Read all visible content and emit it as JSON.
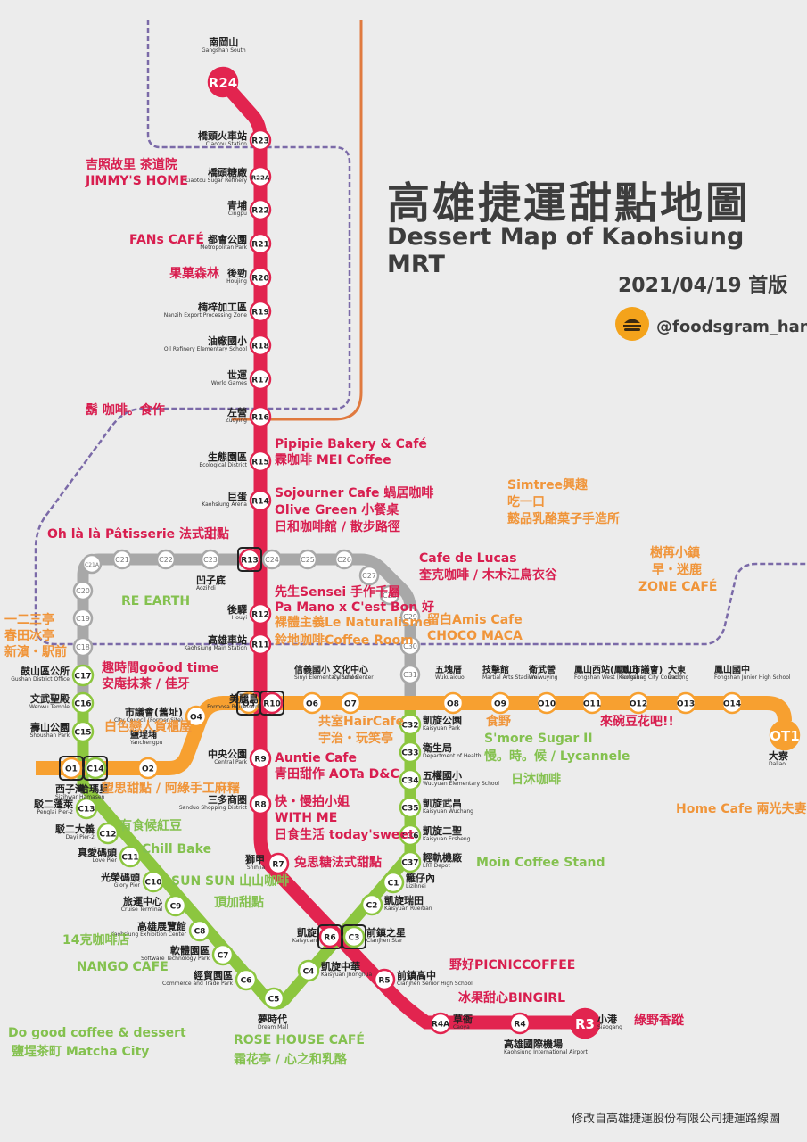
{
  "title_zh": "高雄捷運甜點地圖",
  "title_en": "Dessert Map of Kaohsiung MRT",
  "edition": "2021/04/19 首版",
  "handle": "@foodsgram_hans",
  "footer": "修改自高雄捷運股份有限公司捷運路線圖",
  "colors": {
    "red_line": "#e2244f",
    "orange_line": "#f7a030",
    "green_line": "#8cc63f",
    "circular_line": "#a8a8a8",
    "rail": "#7b6aa8",
    "hsr": "#e07a3f",
    "background": "#ececec"
  },
  "stations": [
    {
      "code": "R24",
      "zh": "南岡山",
      "en": "Gangshan South"
    },
    {
      "code": "R23",
      "zh": "橋頭火車站",
      "en": "Ciaotou Station"
    },
    {
      "code": "R22A",
      "zh": "橋頭糖廠",
      "en": "Ciaotou Sugar Refinery"
    },
    {
      "code": "R22",
      "zh": "青埔",
      "en": "Cingpu"
    },
    {
      "code": "R21",
      "zh": "都會公園",
      "en": "Metropolitan Park"
    },
    {
      "code": "R20",
      "zh": "後勁",
      "en": "Houjing"
    },
    {
      "code": "R19",
      "zh": "楠梓加工區",
      "en": "Nanzih Export Processing Zone"
    },
    {
      "code": "R18",
      "zh": "油廠國小",
      "en": "Oil Refinery Elementary School"
    },
    {
      "code": "R17",
      "zh": "世運",
      "en": "World Games"
    },
    {
      "code": "R16",
      "zh": "左營",
      "en": "Zuoying"
    },
    {
      "code": "R15",
      "zh": "生態園區",
      "en": "Ecological District"
    },
    {
      "code": "R14",
      "zh": "巨蛋",
      "en": "Kaohsiung Arena"
    },
    {
      "code": "R13",
      "zh": "凹子底",
      "en": "Aozihdi"
    },
    {
      "code": "R12",
      "zh": "後驛",
      "en": "Houyi"
    },
    {
      "code": "R11",
      "zh": "高雄車站",
      "en": "Kaohsiung Main Station"
    },
    {
      "code": "R10",
      "zh": "美麗島",
      "en": "Formosa Boulevard"
    },
    {
      "code": "R9",
      "zh": "中央公園",
      "en": "Central Park"
    },
    {
      "code": "R8",
      "zh": "三多商圈",
      "en": "Sanduo Shopping District"
    },
    {
      "code": "R7",
      "zh": "獅甲",
      "en": "Shihjia"
    },
    {
      "code": "R6",
      "zh": "凱旋",
      "en": "Kaisyuan"
    },
    {
      "code": "R5",
      "zh": "前鎮高中",
      "en": "Cianjhen Senior High School"
    },
    {
      "code": "R4A",
      "zh": "草衙",
      "en": "Caoya"
    },
    {
      "code": "R4",
      "zh": "高雄國際機場",
      "en": "Kaohsiung International Airport"
    },
    {
      "code": "R3",
      "zh": "小港",
      "en": "Siaogang"
    },
    {
      "code": "O1",
      "zh": "西子灣",
      "en": "Sizihwan"
    },
    {
      "code": "O2",
      "zh": "鹽埕埔",
      "en": "Yanchengpu"
    },
    {
      "code": "O4",
      "zh": "市議會(舊址)",
      "en": "City Council (Former Site)"
    },
    {
      "code": "O6",
      "zh": "信義國小",
      "en": "Sinyi Elementary School"
    },
    {
      "code": "O7",
      "zh": "文化中心",
      "en": "Cultural Center"
    },
    {
      "code": "O8",
      "zh": "五塊厝",
      "en": "Wukuaicuo"
    },
    {
      "code": "O9",
      "zh": "技擊館",
      "en": "Martial Arts Stadium"
    },
    {
      "code": "O10",
      "zh": "衛武營",
      "en": "Weiwuying"
    },
    {
      "code": "O11",
      "zh": "鳳山西站(鳳山市議會)",
      "en": "Fongshan West (Kaohsiung City Council)"
    },
    {
      "code": "O12",
      "zh": "鳳山",
      "en": "Fongshan"
    },
    {
      "code": "O13",
      "zh": "大東",
      "en": "Dadong"
    },
    {
      "code": "O14",
      "zh": "鳳山國中",
      "en": "Fongshan Junior High School"
    },
    {
      "code": "OT1",
      "zh": "大寮",
      "en": "Daliao"
    },
    {
      "code": "C14",
      "zh": "哈瑪星",
      "en": "Hamasen"
    },
    {
      "code": "C13",
      "zh": "駁二蓬萊",
      "en": "Penglai Pier-2"
    },
    {
      "code": "C12",
      "zh": "駁二大義",
      "en": "Dayi Pier-2"
    },
    {
      "code": "C11",
      "zh": "真愛碼頭",
      "en": "Love Pier"
    },
    {
      "code": "C10",
      "zh": "光榮碼頭",
      "en": "Glory Pier"
    },
    {
      "code": "C9",
      "zh": "旅運中心",
      "en": "Cruise Terminal"
    },
    {
      "code": "C8",
      "zh": "高雄展覽館",
      "en": "Kaohsiung Exhibition Center"
    },
    {
      "code": "C7",
      "zh": "軟體園區",
      "en": "Software Technology Park"
    },
    {
      "code": "C6",
      "zh": "經貿園區",
      "en": "Commerce and Trade Park"
    },
    {
      "code": "C5",
      "zh": "夢時代",
      "en": "Dream Mall"
    },
    {
      "code": "C4",
      "zh": "凱旋中華",
      "en": "Kaisyuan Jhonghua"
    },
    {
      "code": "C3",
      "zh": "前鎮之星",
      "en": "Cianjhen Star"
    },
    {
      "code": "C2",
      "zh": "凱旋瑞田",
      "en": "Kaisyuan Rueitian"
    },
    {
      "code": "C1",
      "zh": "籬仔內",
      "en": "Lizihnei"
    },
    {
      "code": "C37",
      "zh": "輕軌機廠",
      "en": "LRT Depot"
    },
    {
      "code": "C36",
      "zh": "凱旋二聖",
      "en": "Kaisyuan Ersheng"
    },
    {
      "code": "C35",
      "zh": "凱旋武昌",
      "en": "Kaisyuan Wuchang"
    },
    {
      "code": "C34",
      "zh": "五權國小",
      "en": "Wucyuan Elementary School"
    },
    {
      "code": "C33",
      "zh": "衛生局",
      "en": "Department of Health"
    },
    {
      "code": "C32",
      "zh": "凱旋公園",
      "en": "Kaisyuan Park"
    },
    {
      "code": "C17",
      "zh": "鼓山區公所",
      "en": "Gushan District Office"
    },
    {
      "code": "C16",
      "zh": "文武聖殿",
      "en": "Wenwu Temple"
    },
    {
      "code": "C15",
      "zh": "壽山公園",
      "en": "Shoushan Park"
    }
  ],
  "circle_codes": [
    "C18",
    "C19",
    "C20",
    "C21A",
    "C21",
    "C22",
    "C23",
    "C24",
    "C25",
    "C26",
    "C27",
    "C28",
    "C29",
    "C30",
    "C31"
  ],
  "shops": [
    {
      "t": "吉照故里 茶道院"
    },
    {
      "t": "JIMMY'S HOME"
    },
    {
      "t": "FANs CAFÉ"
    },
    {
      "t": "果菓森林"
    },
    {
      "t": "鬍 咖啡。食作"
    },
    {
      "t": "Pipipie Bakery & Café"
    },
    {
      "t": "霖咖啡 MEI Coffee"
    },
    {
      "t": "Sojourner Cafe 蝸居咖啡"
    },
    {
      "t": "Olive Green 小餐桌"
    },
    {
      "t": "日和咖啡館 / 散步路徑"
    },
    {
      "t": "Oh là là Pâtisserie 法式甜點"
    },
    {
      "t": "Cafe de Lucas"
    },
    {
      "t": "奎克咖啡 / 木木江鳥衣谷"
    },
    {
      "t": "先生Sensei 手作千層"
    },
    {
      "t": "Pa Mano x C'est Bon 好"
    },
    {
      "t": "裸體主義Le Naturalisme"
    },
    {
      "t": "鈴地咖啡Coffee Room"
    },
    {
      "t": "RE EARTH"
    },
    {
      "t": "一二三亭"
    },
    {
      "t": "春田冰亭"
    },
    {
      "t": "新濱・駅前"
    },
    {
      "t": "趣時間goöod time"
    },
    {
      "t": "安庵抹茶 / 佳牙"
    },
    {
      "t": "白色戀人貨櫃屋"
    },
    {
      "t": "望思甜點 / 阿綠手工麻糬"
    },
    {
      "t": "有食候紅豆"
    },
    {
      "t": "Chill Bake"
    },
    {
      "t": "SUN SUN 山山咖啡"
    },
    {
      "t": "頂加甜點"
    },
    {
      "t": "14克咖啡店"
    },
    {
      "t": "NANGO CAFE"
    },
    {
      "t": "Do good coffee & dessert"
    },
    {
      "t": "鹽埕茶町 Matcha City"
    },
    {
      "t": "ROSE HOUSE CAFÉ"
    },
    {
      "t": "霜花亭 / 心之和乳酪"
    },
    {
      "t": "Auntie Cafe"
    },
    {
      "t": "青田甜作 AOTa D&C"
    },
    {
      "t": "快・慢拍小姐"
    },
    {
      "t": "WITH ME"
    },
    {
      "t": "日食生活 today'sweet"
    },
    {
      "t": "兔思糖法式甜點"
    },
    {
      "t": "野好PICNICCOFFEE"
    },
    {
      "t": "冰果甜心BINGIRL"
    },
    {
      "t": "綠野香蹤"
    },
    {
      "t": "共室HairCafe"
    },
    {
      "t": "宇治・玩笑亭"
    },
    {
      "t": "留白Amis Cafe"
    },
    {
      "t": "CHOCO MACA"
    },
    {
      "t": "Simtree興趣"
    },
    {
      "t": "吃一口"
    },
    {
      "t": "懿品乳酪菓子手造所"
    },
    {
      "t": "樹苒小鎮"
    },
    {
      "t": "早・迷鹿"
    },
    {
      "t": "ZONE CAFÉ"
    },
    {
      "t": "食野"
    },
    {
      "t": "S'more Sugar II"
    },
    {
      "t": "慢。時。候 / Lycannele"
    },
    {
      "t": "日沐咖啡"
    },
    {
      "t": "來碗豆花吧!!"
    },
    {
      "t": "Home Cafe 兩光夫妻"
    },
    {
      "t": "Moin Coffee Stand"
    }
  ]
}
